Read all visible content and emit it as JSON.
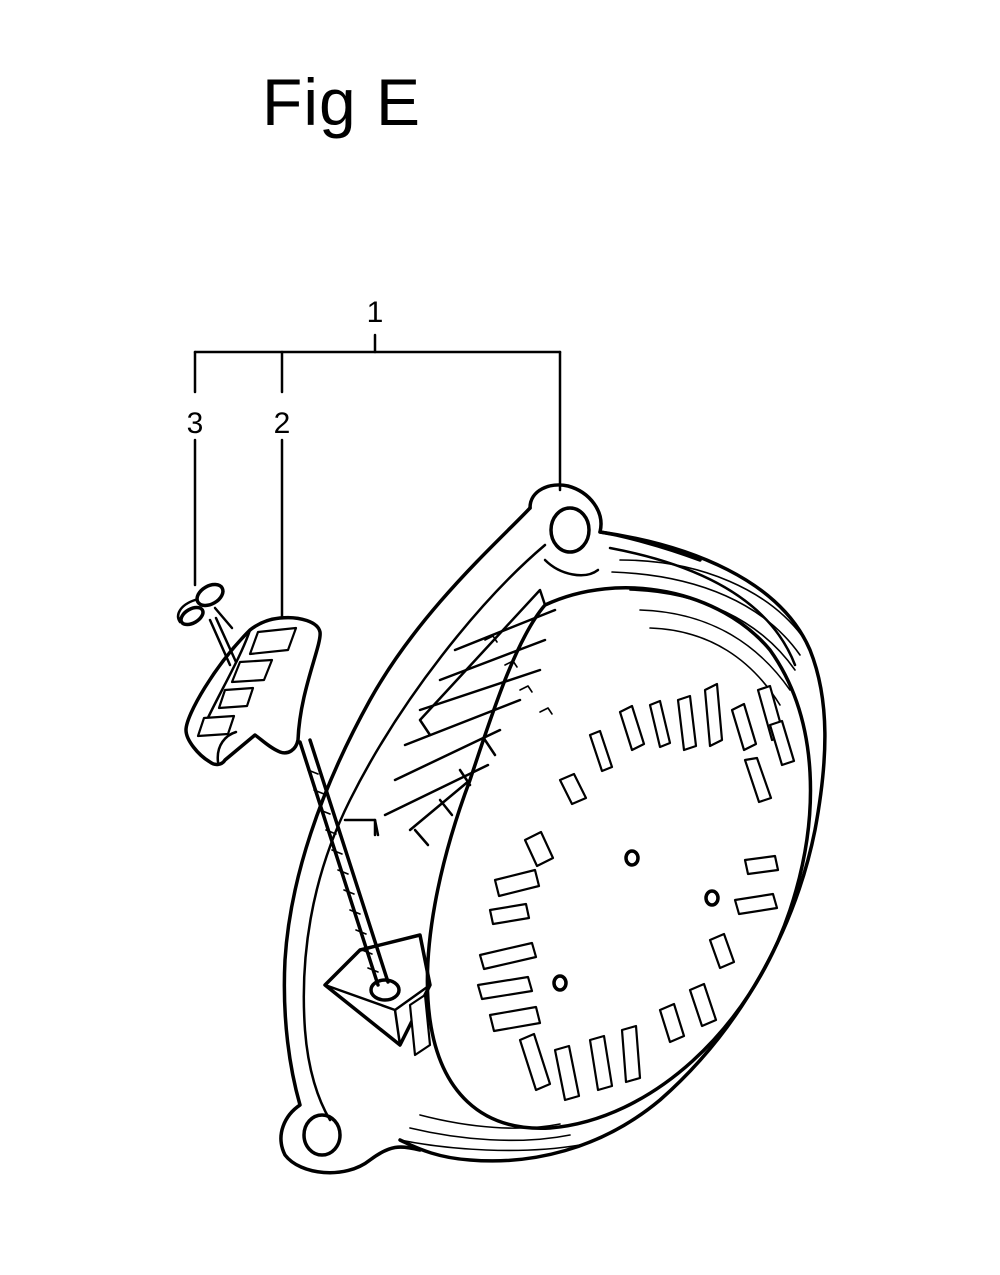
{
  "figure": {
    "title": "Fig E"
  },
  "callouts": {
    "assembly": "1",
    "handle": "2",
    "rope": "3"
  }
}
